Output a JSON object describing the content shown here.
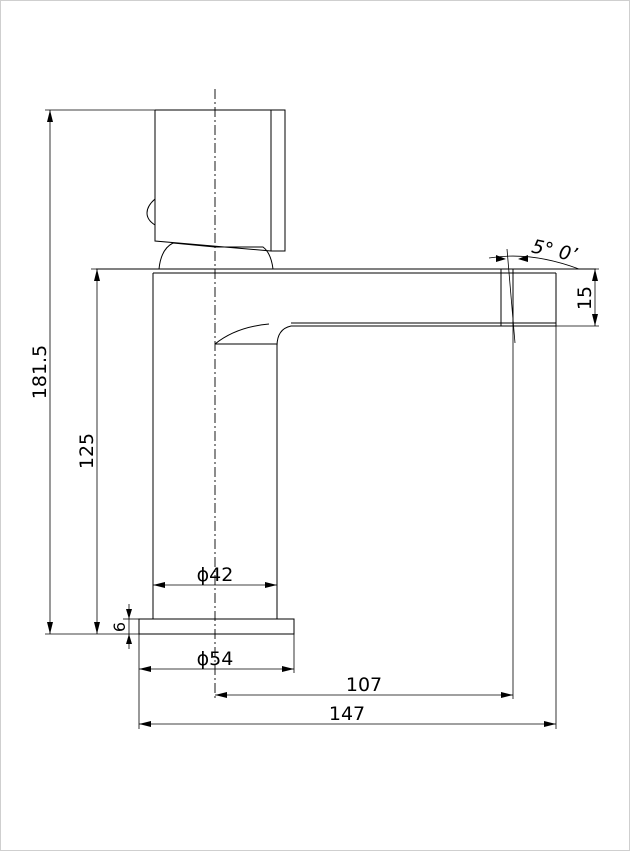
{
  "drawing": {
    "dimensions": {
      "overall_height": "181.5",
      "body_height": "125",
      "base_thickness": "6",
      "body_diameter": "ϕ42",
      "base_diameter": "ϕ54",
      "spout_reach": "107",
      "overall_length": "147",
      "spout_height": "15",
      "spout_angle": "5° 0’"
    }
  }
}
